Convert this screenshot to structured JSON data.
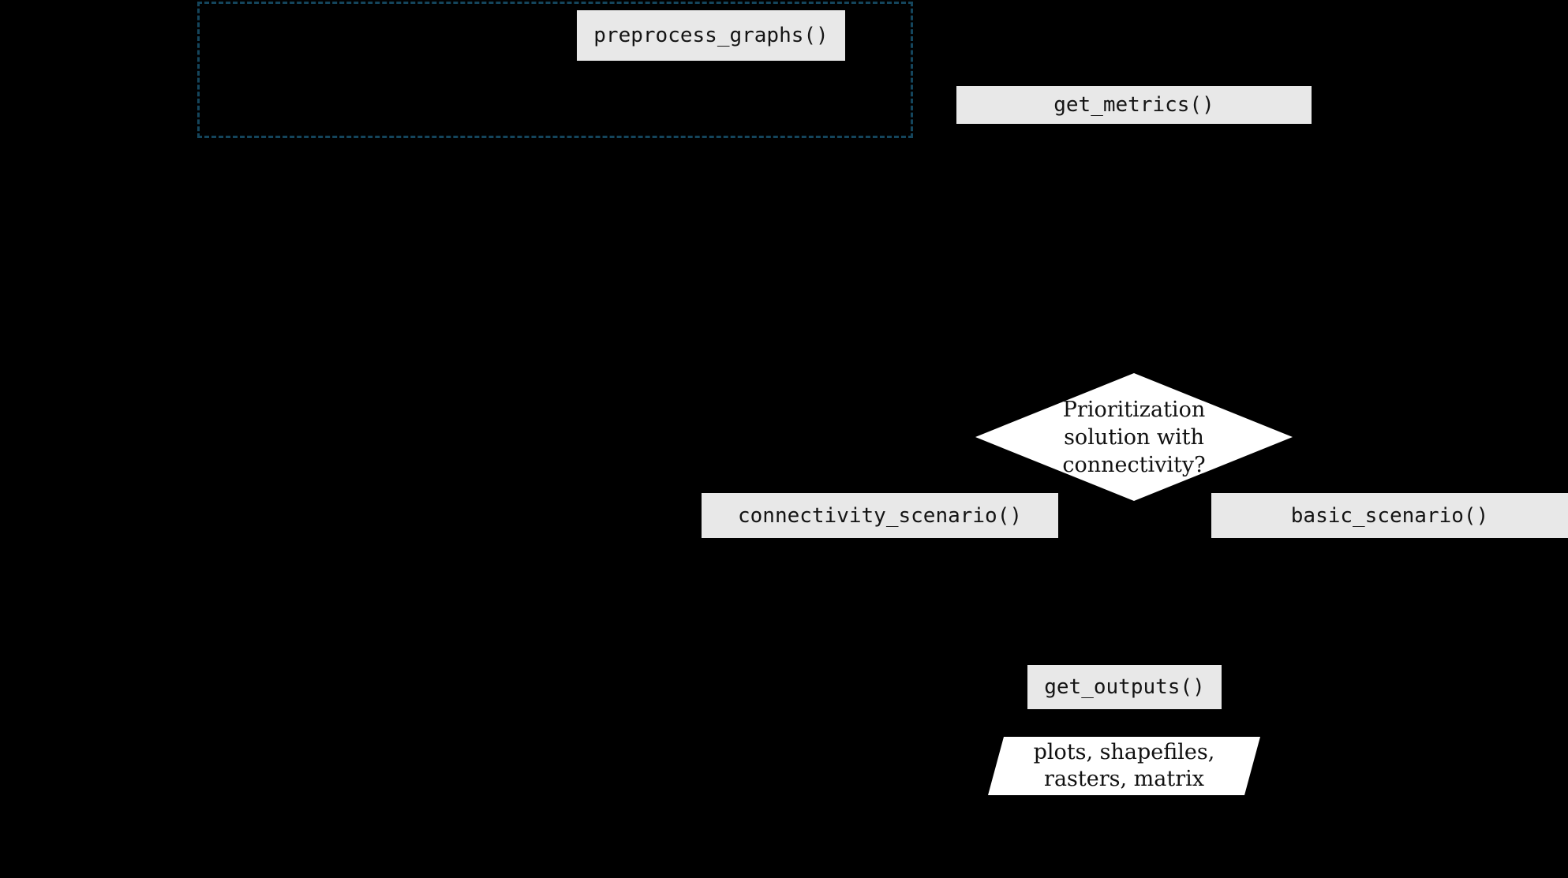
{
  "diagram": {
    "type": "flowchart",
    "background": "#000000"
  },
  "colors": {
    "function_box_fill": "#e8e8e8",
    "function_box_text": "#141414",
    "shape_fill": "#ffffff",
    "shape_text": "#111111",
    "group_dashed_border": "#14455c"
  },
  "nodes": {
    "preprocess": {
      "label": "preprocess_graphs()"
    },
    "get_metrics": {
      "label": "get_metrics()"
    },
    "connectivity_scenario": {
      "label": "connectivity_scenario()"
    },
    "basic_scenario": {
      "label": "basic_scenario()"
    },
    "get_outputs": {
      "label": "get_outputs()"
    }
  },
  "decision": {
    "lines": [
      "Prioritization",
      "solution with",
      "connectivity?"
    ]
  },
  "output_shape": {
    "lines": [
      "plots, shapefiles,",
      "rasters, matrix"
    ]
  }
}
